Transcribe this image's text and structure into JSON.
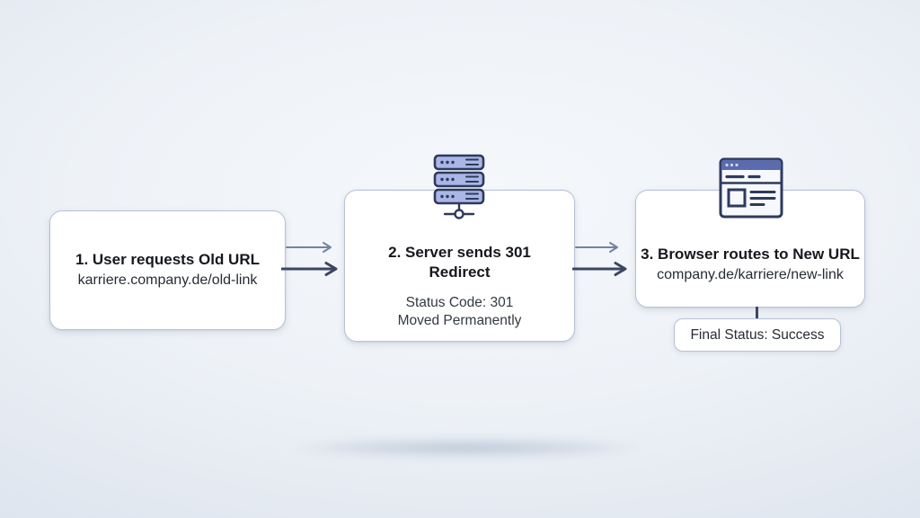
{
  "flow": {
    "step1": {
      "title": "1. User requests Old URL",
      "url": "karriere.company.de/old-link"
    },
    "step2": {
      "title": "2. Server sends 301 Redirect",
      "status_code": "Status Code: 301",
      "status_text": "Moved Permanently",
      "icon": "server-icon"
    },
    "step3": {
      "title": "3. Browser routes to New URL",
      "url": "company.de/karriere/new-link",
      "icon": "browser-window-icon"
    },
    "final_status": {
      "label": "Final Status: Success"
    }
  },
  "colors": {
    "bg_center": "#f5f8fb",
    "bg_edge": "#dde4ee",
    "box_bg": "#ffffff",
    "box_border": "#b7c1d6",
    "title_text": "#15181d",
    "body_text": "#272c33",
    "detail_text": "#333942",
    "arrow_thin": "#76839f",
    "arrow_thick": "#3b4662",
    "icon_fill": "#a9b6e6",
    "icon_stroke": "#2e3a5c",
    "browser_bar": "#5a6cae",
    "browser_body": "#f6f8fc"
  }
}
